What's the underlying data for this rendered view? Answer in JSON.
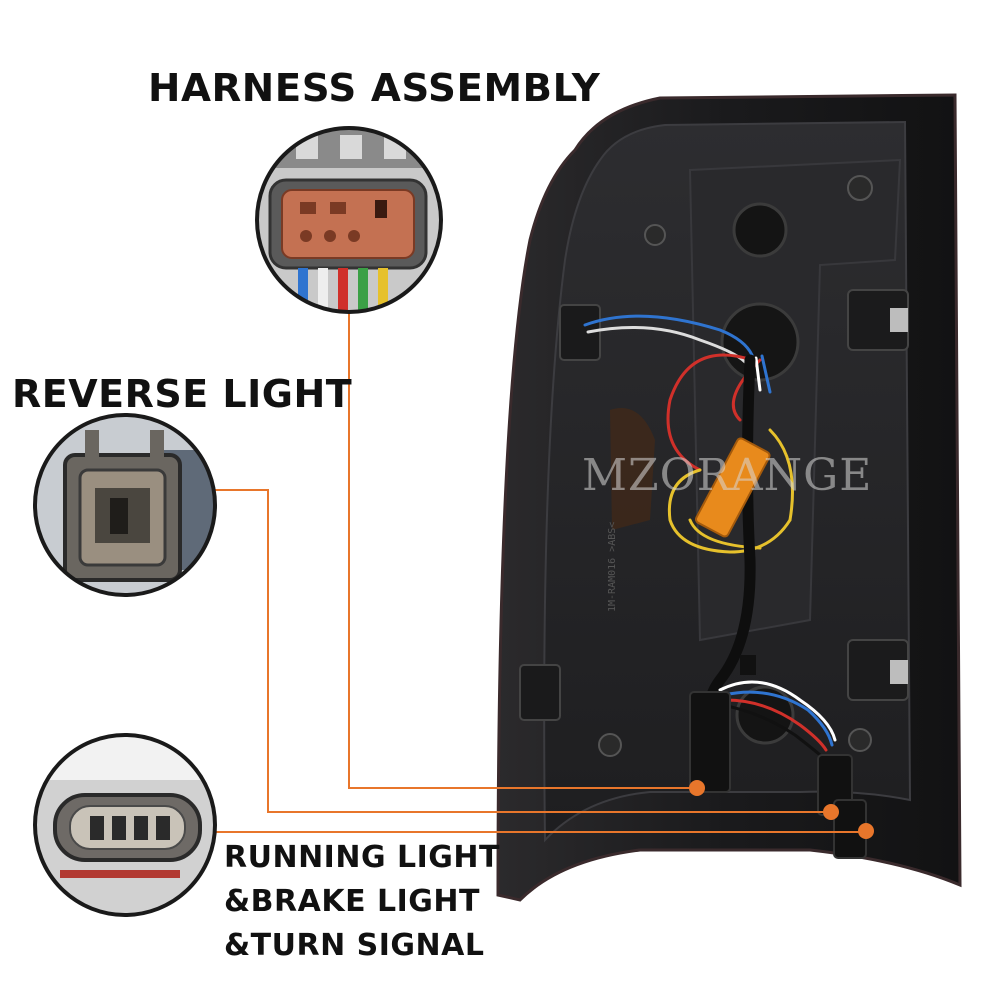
{
  "watermark": "MZORANGE",
  "labels": {
    "harness_assembly": "HARNESS ASSEMBLY",
    "reverse_light": "REVERSE LIGHT",
    "running_line1": "RUNNING LIGHT",
    "running_line2": "&BRAKE LIGHT",
    "running_line3": "&TURN SIGNAL"
  },
  "colors": {
    "callout_line": "#e8762b",
    "lamp_body": "#1c1c1e",
    "resistor": "#e88a1c"
  }
}
